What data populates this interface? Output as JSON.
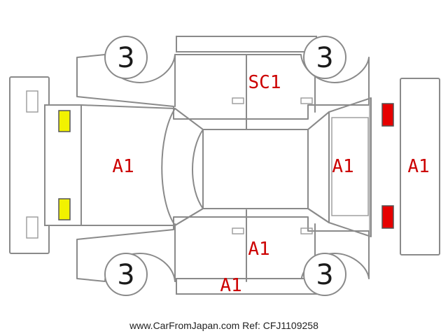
{
  "tires": {
    "front_left": "3",
    "rear_left": "3",
    "front_right": "3",
    "rear_right": "3"
  },
  "damage_codes": {
    "roof_top_side": "SC1",
    "front_hood": "A1",
    "rear_window": "A1",
    "rear_bumper": "A1",
    "lower_side_door": "A1",
    "lower_side_sill": "A1"
  },
  "lamp_colors": {
    "front": "#f2f200",
    "rear": "#e60000"
  },
  "footer": {
    "credit": "www.CarFromJapan.com Ref: CFJ1109258"
  }
}
